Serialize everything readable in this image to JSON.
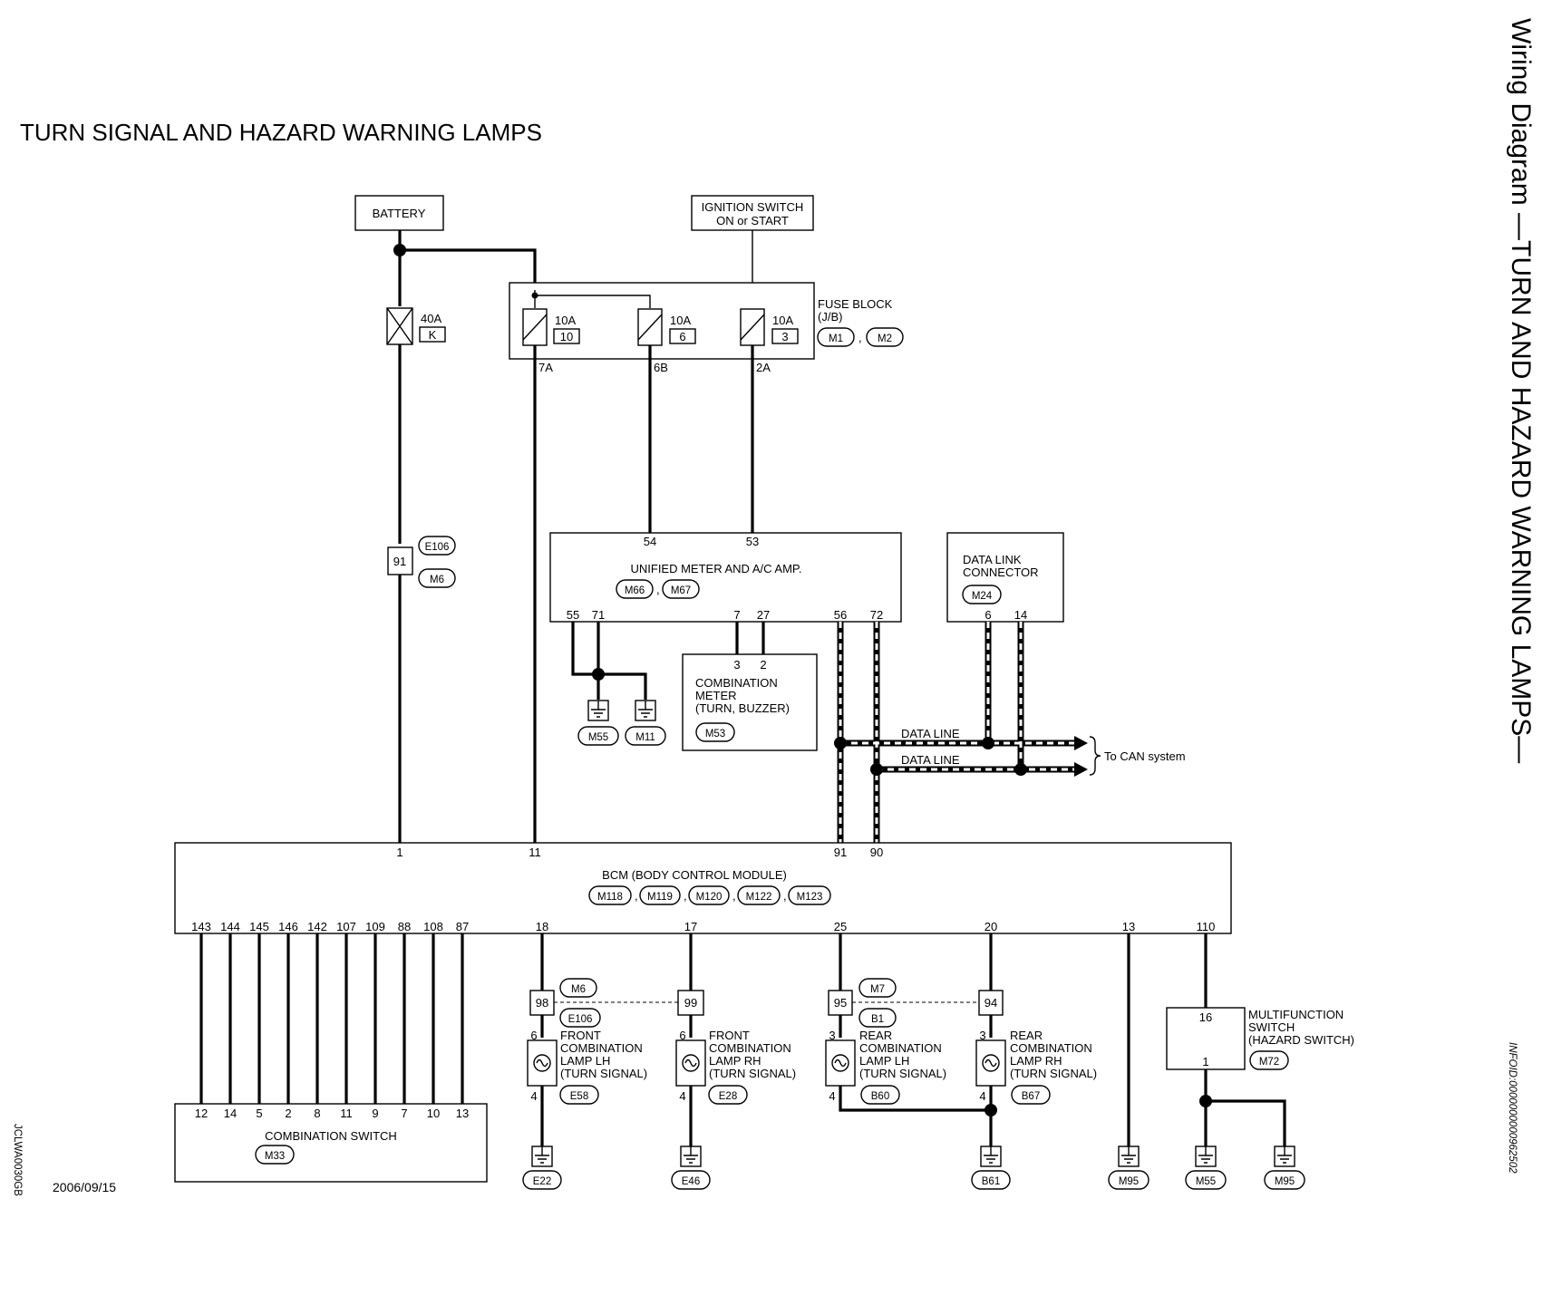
{
  "title": "TURN SIGNAL AND HAZARD WARNING LAMPS",
  "side_title": "Wiring Diagram —TURN AND HAZARD WARNING LAMPS—",
  "date": "2006/09/15",
  "figure_code": "JCLWA0030GB",
  "info_id": "INFOID:0000000000962502",
  "battery": {
    "label": "BATTERY",
    "fuse": "40A",
    "fuse_code": "K"
  },
  "ignition": {
    "line1": "IGNITION SWITCH",
    "line2": "ON or START"
  },
  "fuse_block": {
    "label1": "FUSE BLOCK",
    "label2": "(J/B)",
    "conn": [
      "M1",
      "M2"
    ],
    "fuses": [
      {
        "amp": "10A",
        "num": "10",
        "pin": "7A"
      },
      {
        "amp": "10A",
        "num": "6",
        "pin": "6B"
      },
      {
        "amp": "10A",
        "num": "3",
        "pin": "2A"
      }
    ]
  },
  "inline_91": {
    "num": "91",
    "conn": [
      "E106",
      "M6"
    ]
  },
  "unified_meter": {
    "label": "UNIFIED METER AND A/C AMP.",
    "conn": [
      "M66",
      "M67"
    ],
    "pins_top": [
      "54",
      "53"
    ],
    "pins_bottom": [
      "55",
      "71",
      "7",
      "27",
      "56",
      "72"
    ]
  },
  "combination_meter": {
    "line1": "COMBINATION",
    "line2": "METER",
    "line3": "(TURN, BUZZER)",
    "conn": "M53",
    "pins": [
      "3",
      "2"
    ]
  },
  "meter_grounds": [
    "M55",
    "M11"
  ],
  "data_link": {
    "line1": "DATA LINK",
    "line2": "CONNECTOR",
    "conn": "M24",
    "pins": [
      "6",
      "14"
    ]
  },
  "data_lines": [
    "DATA LINE",
    "DATA LINE"
  ],
  "can_label": "To CAN system",
  "bcm": {
    "label": "BCM (BODY CONTROL MODULE)",
    "conn": [
      "M118",
      "M119",
      "M120",
      "M122",
      "M123"
    ],
    "pins_top": [
      "1",
      "11",
      "91",
      "90"
    ],
    "pins_bottom_switch": [
      "143",
      "144",
      "145",
      "146",
      "142",
      "107",
      "109",
      "88",
      "108",
      "87"
    ],
    "pins_bottom_other": [
      "18",
      "17",
      "25",
      "20",
      "13",
      "110"
    ]
  },
  "combination_switch": {
    "label": "COMBINATION SWITCH",
    "conn": "M33",
    "pins": [
      "12",
      "14",
      "5",
      "2",
      "8",
      "11",
      "9",
      "7",
      "10",
      "13"
    ]
  },
  "inline_front": {
    "nums": [
      "98",
      "99"
    ],
    "conn": [
      "M6",
      "E106"
    ]
  },
  "inline_rear": {
    "nums": [
      "95",
      "94"
    ],
    "conn": [
      "M7",
      "B1"
    ]
  },
  "lamps": [
    {
      "line1": "FRONT",
      "line2": "COMBINATION",
      "line3": "LAMP LH",
      "line4": "(TURN SIGNAL)",
      "conn": "E58",
      "pin_top": "6",
      "pin_bottom": "4",
      "ground": "E22"
    },
    {
      "line1": "FRONT",
      "line2": "COMBINATION",
      "line3": "LAMP RH",
      "line4": "(TURN SIGNAL)",
      "conn": "E28",
      "pin_top": "6",
      "pin_bottom": "4",
      "ground": "E46"
    },
    {
      "line1": "REAR",
      "line2": "COMBINATION",
      "line3": "LAMP LH",
      "line4": "(TURN SIGNAL)",
      "conn": "B60",
      "pin_top": "3",
      "pin_bottom": "4",
      "ground": ""
    },
    {
      "line1": "REAR",
      "line2": "COMBINATION",
      "line3": "LAMP RH",
      "line4": "(TURN SIGNAL)",
      "conn": "B67",
      "pin_top": "3",
      "pin_bottom": "4",
      "ground": "B61"
    }
  ],
  "bcm13_ground": "M95",
  "multifunction": {
    "line1": "MULTIFUNCTION",
    "line2": "SWITCH",
    "line3": "(HAZARD SWITCH)",
    "conn": "M72",
    "pins": [
      "16",
      "1"
    ],
    "grounds": [
      "M55",
      "M95"
    ]
  }
}
